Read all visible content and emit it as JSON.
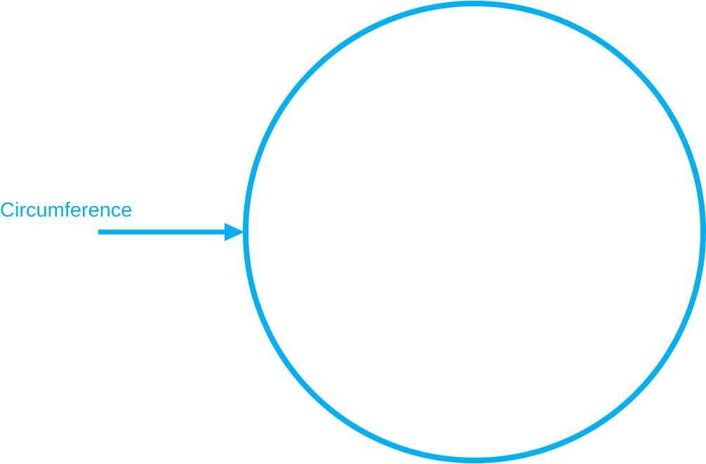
{
  "diagram": {
    "label": "Circumference",
    "accent_color": "#00B0F0",
    "shape": "circle",
    "arrow_target": "circle-edge"
  }
}
